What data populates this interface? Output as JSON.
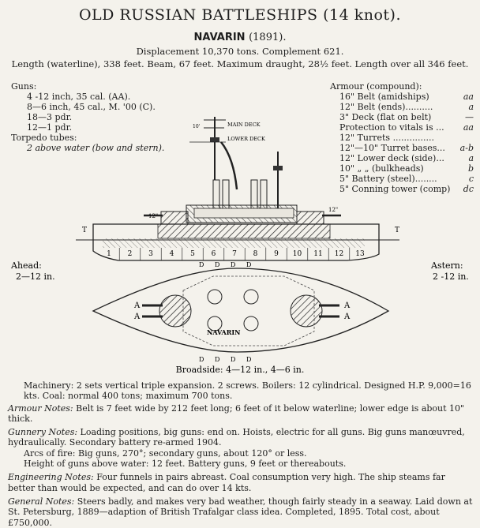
{
  "header": {
    "title": "OLD RUSSIAN BATTLESHIPS (14 knot).",
    "ship_name": "NAVARIN",
    "ship_year": "(1891).",
    "displacement": "Displacement 10,370 tons.   Complement 621.",
    "dimensions": "Length (waterline), 338 feet.  Beam, 67 feet.  Maximum draught, 28½ feet.  Length over all 346 feet."
  },
  "guns": {
    "heading": "Guns:",
    "items": [
      "4 -12 inch, 35 cal. (AA).",
      "8—6 inch, 45 cal., M. '00 (C).",
      "18—3 pdr.",
      "12—1 pdr."
    ],
    "torpedo_heading": "Torpedo tubes:",
    "torpedo_item": "2 above water (bow and stern)."
  },
  "armour": {
    "heading": "Armour (compound):",
    "rows": [
      {
        "label": "16\" Belt (amidships)",
        "grade": "aa"
      },
      {
        "label": "12\" Belt (ends)..........",
        "grade": "a"
      },
      {
        "label": "3\" Deck (flat on belt)",
        "grade": "—"
      },
      {
        "label": "Protection to vitals is ...",
        "grade": "aa"
      },
      {
        "label": "12\" Turrets ...............",
        "grade": ""
      },
      {
        "label": "12\"—10\" Turret bases...",
        "grade": "a-b"
      },
      {
        "label": "12\" Lower deck (side)...",
        "grade": "a"
      },
      {
        "label": "10\"   „    „  (bulkheads)",
        "grade": "b"
      },
      {
        "label": "5\" Battery (steel)........",
        "grade": "c"
      },
      {
        "label": "5\" Conning tower (comp)",
        "grade": "dc"
      }
    ]
  },
  "drawing": {
    "main_deck_label": "MAIN DECK",
    "lower_deck_label": "LOWER DECK",
    "hull_name": "NAVARIN",
    "frame_numbers": [
      "1",
      "2",
      "3",
      "4",
      "5",
      "6",
      "7",
      "8",
      "9",
      "10",
      "11",
      "12",
      "13"
    ],
    "ahead_label": "Ahead:",
    "ahead_value": "2—12 in.",
    "astern_label": "Astern:",
    "astern_value": "2 -12 in.",
    "broadside": "Broadside: 4—12 in., 4—6 in.",
    "gun_mark_a": "A",
    "gun_mark_d": "D",
    "gun_mark_t": "T"
  },
  "notes": {
    "machinery": "Machinery:  2 sets vertical triple expansion.  2 screws.  Boilers:  12 cylindrical.  Designed H.P. 9,000=16 kts.  Coal: normal 400 tons; maximum 700 tons.",
    "armour_label": "Armour Notes:",
    "armour_text": " Belt is 7 feet wide by 212 feet long; 6 feet of it below waterline; lower edge is about 10\" thick.",
    "gunnery_label": "Gunnery Notes:",
    "gunnery_text": " Loading positions, big guns: end on.  Hoists, electric for all guns.  Big guns manœuvred, hydraulically.  Secondary battery re-armed 1904.",
    "arcs": "Arcs of fire:  Big guns, 270°;  secondary guns, about 120° or less.",
    "height": "Height of guns above water:  12 feet.  Battery guns, 9 feet or thereabouts.",
    "engineering_label": "Engineering Notes:",
    "engineering_text": " Four funnels in pairs abreast.  Coal consumption very high.  The ship steams far better than would be expected, and can do over 14 kts.",
    "general_label": "General Notes:",
    "general_text": " Steers badly, and makes very bad weather, though fairly steady in a seaway.  Laid down at St. Petersburg, 1889—adaption of British Trafalgar class idea.  Completed, 1895.  Total cost, about £750,000."
  }
}
